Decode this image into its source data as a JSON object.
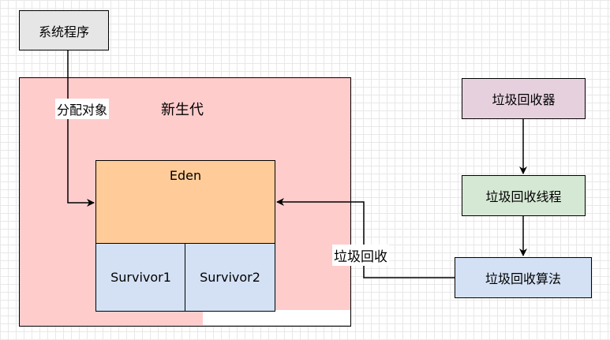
{
  "nodes": {
    "system_program": "系统程序",
    "young_gen": "新生代",
    "eden": "Eden",
    "survivor1": "Survivor1",
    "survivor2": "Survivor2",
    "gc_collector": "垃圾回收器",
    "gc_thread": "垃圾回收线程",
    "gc_algorithm": "垃圾回收算法"
  },
  "edges": {
    "allocate": "分配对象",
    "collect": "垃圾回收"
  },
  "colors": {
    "system_program": "#e6e6e6",
    "young_gen": "#ffcccc",
    "eden": "#ffcc99",
    "survivor": "#d4e1f5",
    "gc_collector": "#e6d0de",
    "gc_thread": "#d5e8d4",
    "gc_algorithm": "#d4e1f5"
  }
}
